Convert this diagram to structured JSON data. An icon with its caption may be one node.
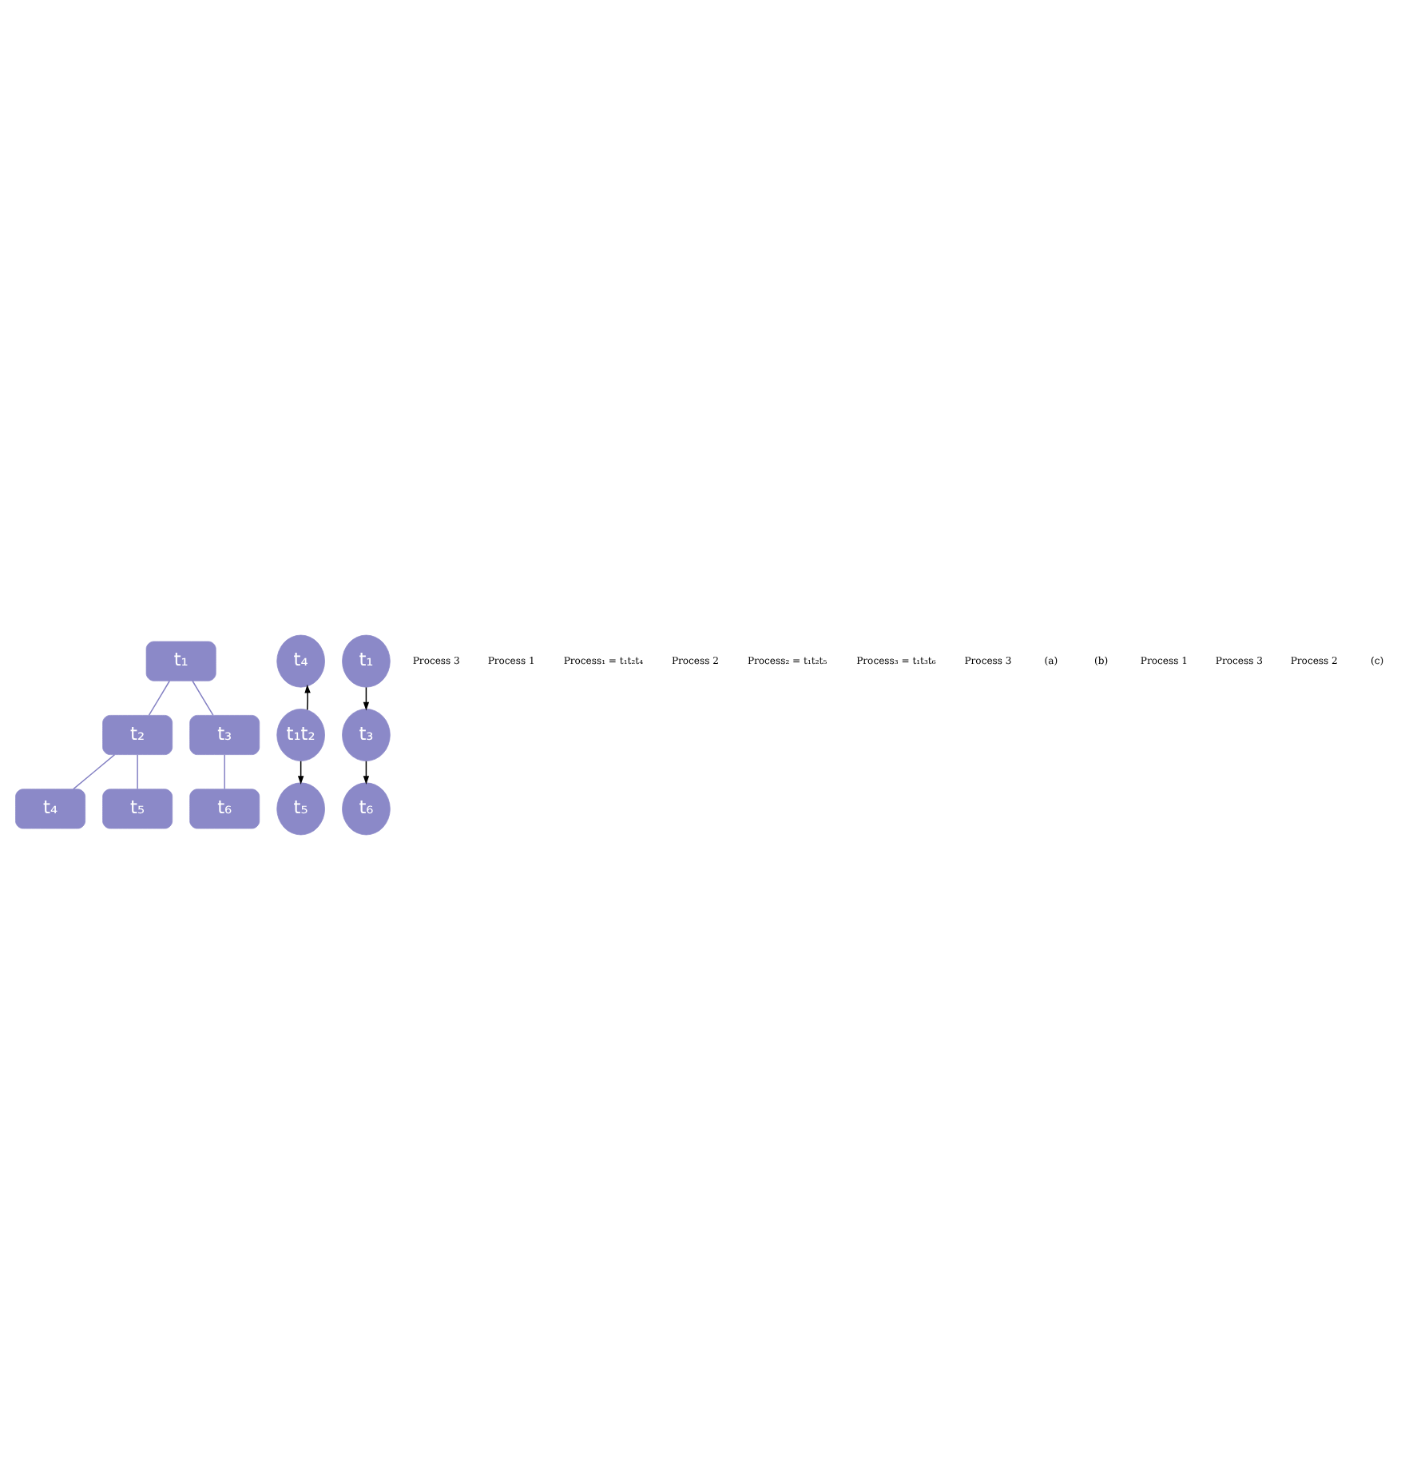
{
  "diagram": {
    "nodes": [
      {
        "text": [
          "t₁"
        ]
      },
      {
        "text": [
          "t₂"
        ]
      },
      {
        "text": [
          "t₄"
        ]
      },
      {
        "text": [
          "t₅"
        ]
      },
      {
        "text": [
          "t₃"
        ]
      },
      {
        "text": [
          "t₆"
        ]
      },
      {
        "text": [
          "t₄"
        ]
      },
      {
        "text": [
          "t₁t₂"
        ]
      },
      {
        "text": [
          "t₅"
        ]
      },
      {
        "text": [
          "t₁"
        ]
      },
      {
        "text": [
          "t₃"
        ]
      },
      {
        "text": [
          "t₆"
        ]
      }
    ],
    "edges": [
      {
        "from": 0,
        "to": 1,
        "arrow": "none"
      },
      {
        "from": 0,
        "to": 4,
        "arrow": "none"
      },
      {
        "from": 1,
        "to": 2,
        "arrow": "none"
      },
      {
        "from": 1,
        "to": 3,
        "arrow": "none"
      },
      {
        "from": 4,
        "to": 5,
        "arrow": "none"
      },
      {
        "from": 7,
        "to": 6,
        "arrow": "to",
        "color": "#000000"
      },
      {
        "from": 7,
        "to": 8,
        "arrow": "to",
        "color": "#000000"
      },
      {
        "from": 9,
        "to": 10,
        "arrow": "to",
        "color": "#000000"
      },
      {
        "from": 10,
        "to": 11,
        "arrow": "to",
        "color": "#000000"
      }
    ],
    "labels": [
      "Process 3",
      "Process 1",
      "Process₁ = t₁t₂t₄",
      "Process 2",
      "Process₂ = t₁t₂t₅",
      "Process₃ = t₁t₃t₆",
      "Process 3",
      "(a)",
      "(b)",
      "Process 1",
      "Process 3",
      "Process 2",
      "(c)"
    ]
  }
}
